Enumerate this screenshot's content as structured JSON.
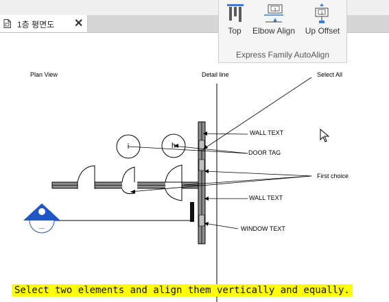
{
  "tab": {
    "title": "1층 평면도",
    "close_symbol": "✕"
  },
  "ribbon": {
    "buttons": [
      {
        "label": "Top",
        "icon": "align-top-icon"
      },
      {
        "label": "Elbow Align",
        "icon": "elbow-align-icon"
      },
      {
        "label": "Up Offset",
        "icon": "up-offset-icon"
      }
    ],
    "panel_title": "Express Family AutoAlign",
    "icon_numeral": "1"
  },
  "drawing": {
    "plan_view": "Plan View",
    "detail_line": "Detail line",
    "select_all": "Select All",
    "wall_text_1": "WALL TEXT",
    "door_tag": "DOOR TAG",
    "first_choice": "First choice",
    "wall_text_2": "WALL TEXT",
    "window_text": "WINDOW TEXT",
    "tag_i": "i",
    "tag_h": "h",
    "marker_text": "―"
  },
  "caption": "Select two elements and align them vertically and equally.",
  "colors": {
    "caption_bg": "#ffff00",
    "marker_blue": "#1f55c4"
  }
}
